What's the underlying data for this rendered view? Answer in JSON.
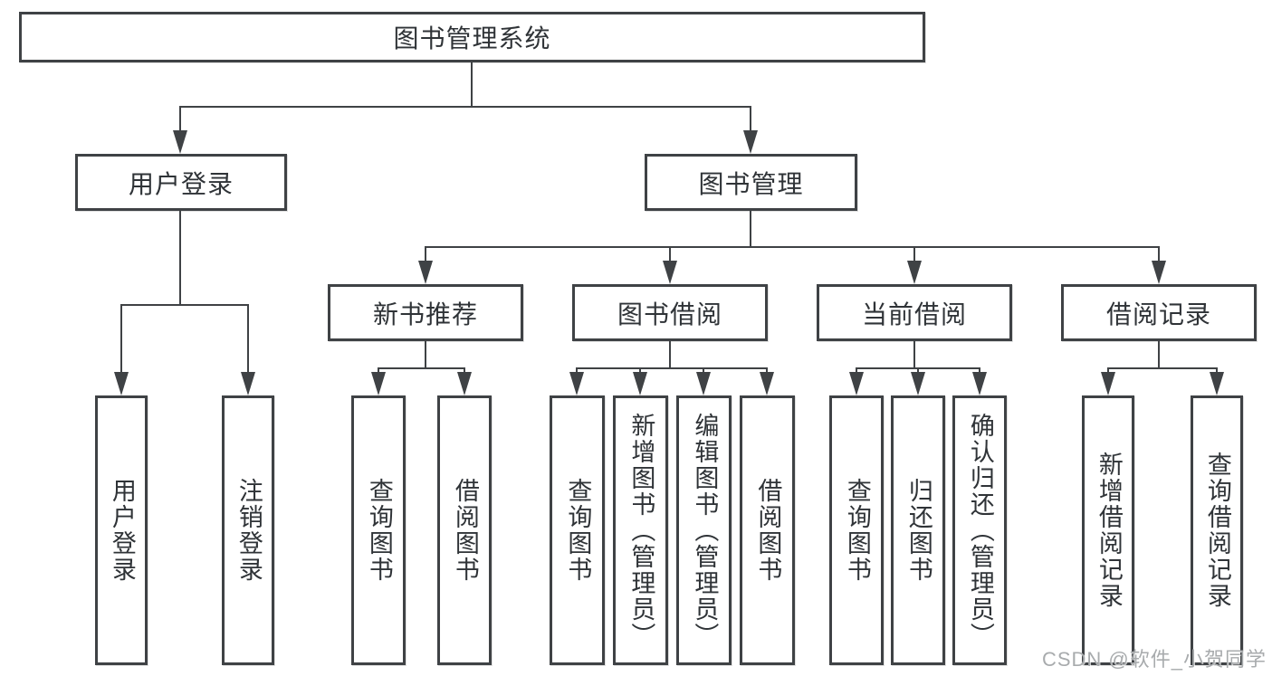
{
  "colors": {
    "line": "#3f4245",
    "text": "#2f3337",
    "box_background": "#ffffff",
    "watermark": "#a8abad"
  },
  "watermark": {
    "text": "CSDN @软件_小贺同学"
  },
  "diagram": {
    "root": {
      "label": "图书管理系统"
    },
    "level2": [
      {
        "label": "用户登录"
      },
      {
        "label": "图书管理"
      }
    ],
    "level3": [
      {
        "label": "新书推荐"
      },
      {
        "label": "图书借阅"
      },
      {
        "label": "当前借阅"
      },
      {
        "label": "借阅记录"
      }
    ],
    "leaves": {
      "user_login": [
        {
          "label": "用户登录"
        },
        {
          "label": "注销登录"
        }
      ],
      "new_book_recommendation": [
        {
          "label": "查询图书"
        },
        {
          "label": "借阅图书"
        }
      ],
      "book_borrowing": [
        {
          "label": "查询图书"
        },
        {
          "label": "新增图书（管理员）"
        },
        {
          "label": "编辑图书（管理员）"
        },
        {
          "label": "借阅图书"
        }
      ],
      "current_borrowing": [
        {
          "label": "查询图书"
        },
        {
          "label": "归还图书"
        },
        {
          "label": "确认归还（管理员）"
        }
      ],
      "borrowing_records": [
        {
          "label": "新增借阅记录"
        },
        {
          "label": "查询借阅记录"
        }
      ]
    }
  }
}
